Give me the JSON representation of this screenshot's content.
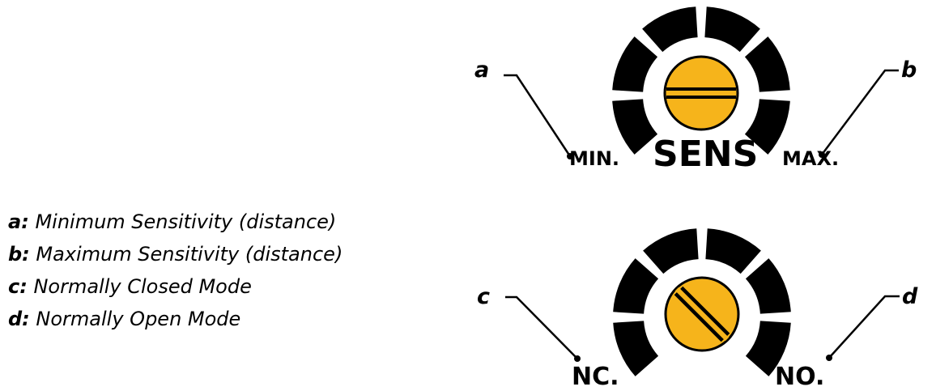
{
  "sensitivity_dial": {
    "callout_min_letter": "a",
    "callout_max_letter": "b",
    "min_label": "MIN.",
    "center_label": "SENS",
    "max_label": "MAX."
  },
  "mode_dial": {
    "callout_nc_letter": "c",
    "callout_no_letter": "d",
    "nc_label": "NC.",
    "no_label": "NO."
  },
  "legend": {
    "items": [
      {
        "key": "a:",
        "text": "Minimum Sensitivity (distance)"
      },
      {
        "key": "b:",
        "text": "Maximum Sensitivity (distance)"
      },
      {
        "key": "c:",
        "text": "Normally Closed Mode"
      },
      {
        "key": "d:",
        "text": "Normally Open Mode"
      }
    ]
  },
  "colors": {
    "segment": "#000000",
    "screw_fill": "#f6b41b",
    "screw_slot": "#000000",
    "background": "#ffffff"
  }
}
